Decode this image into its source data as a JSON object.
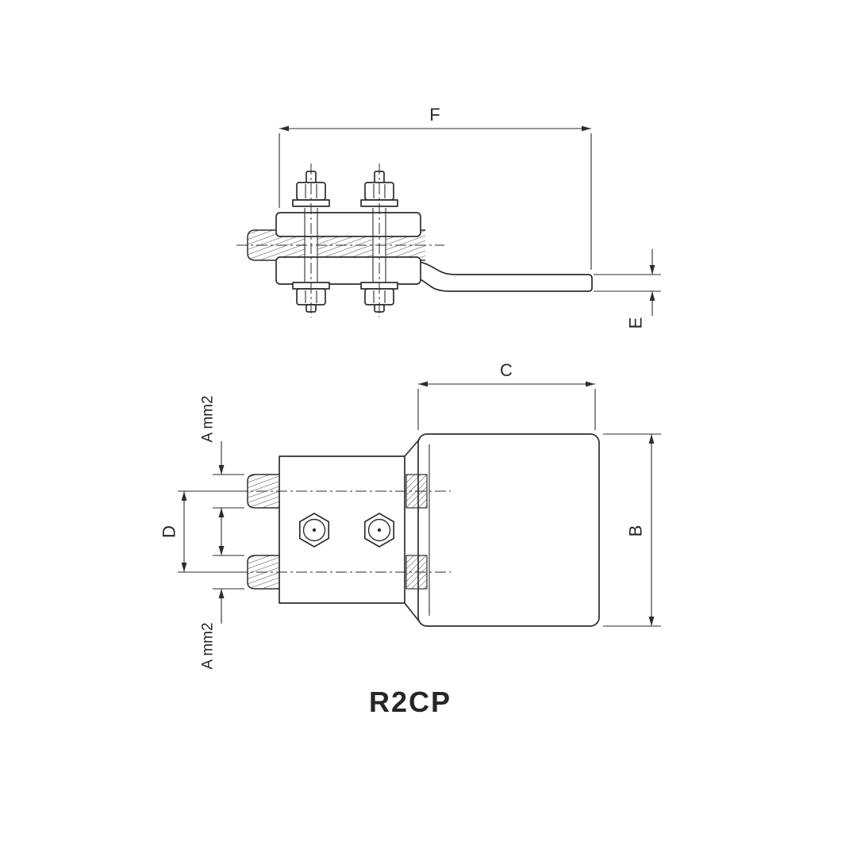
{
  "title": "R2CP",
  "labels": {
    "F": "F",
    "E": "E",
    "C": "C",
    "B": "B",
    "D": "D",
    "A_top": "A mm2",
    "A_bottom": "A mm2"
  },
  "colors": {
    "line": "#2e2e2e",
    "background": "#ffffff"
  }
}
